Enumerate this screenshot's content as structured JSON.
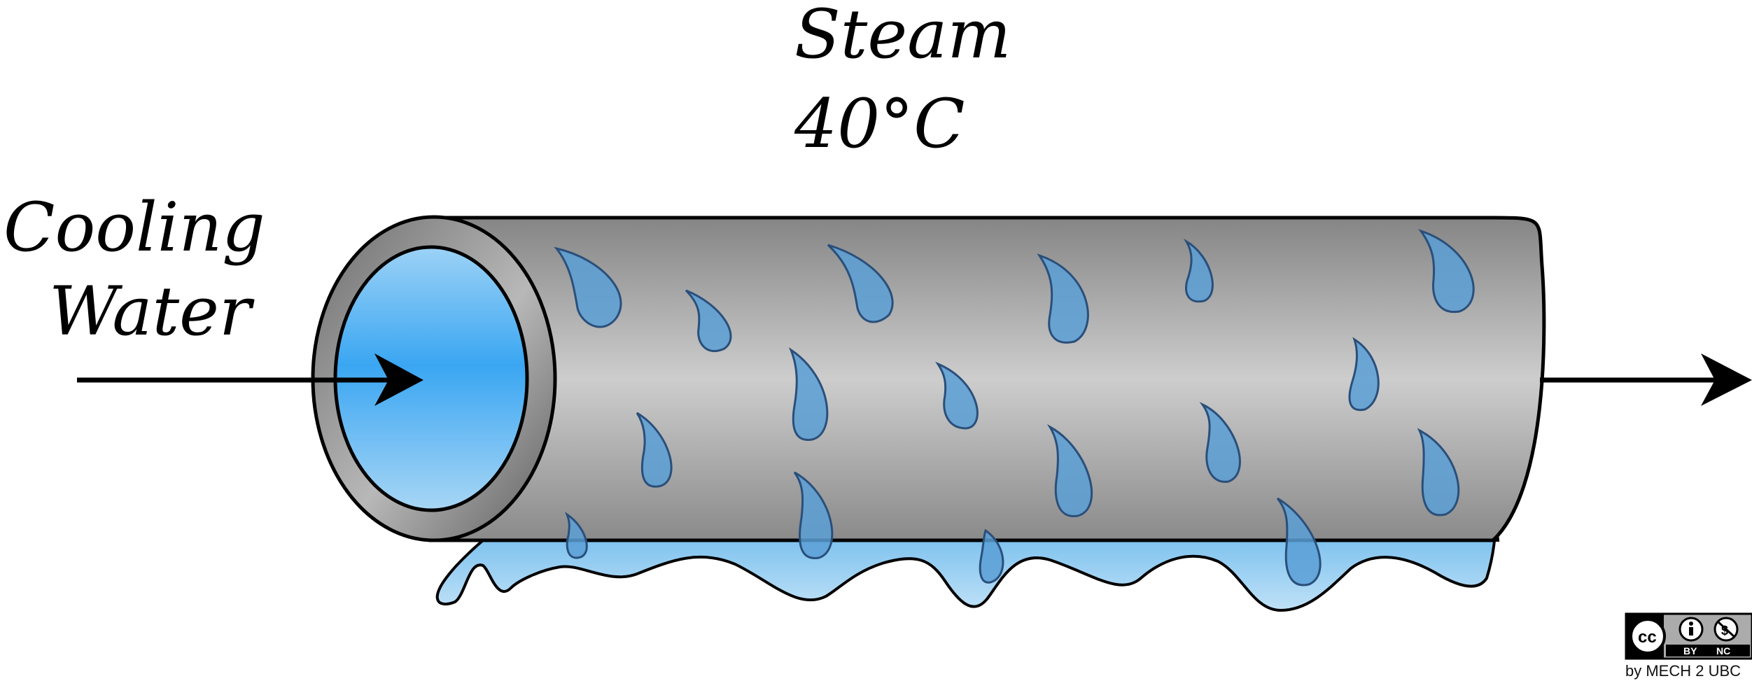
{
  "diagram": {
    "steam_label": "Steam",
    "steam_temperature": "40°C",
    "inlet_label_line1": "Cooling",
    "inlet_label_line2": "Water"
  },
  "license": {
    "cc_badge_left": "cc",
    "cc_badge_by": "BY",
    "cc_badge_nc": "NC",
    "credit": "by MECH 2 UBC"
  },
  "colors": {
    "water_blue": "#3aa6f2",
    "pipe_gray": "#9a9a9a",
    "droplet_blue": "#5a9fd6",
    "outline": "#000000"
  }
}
